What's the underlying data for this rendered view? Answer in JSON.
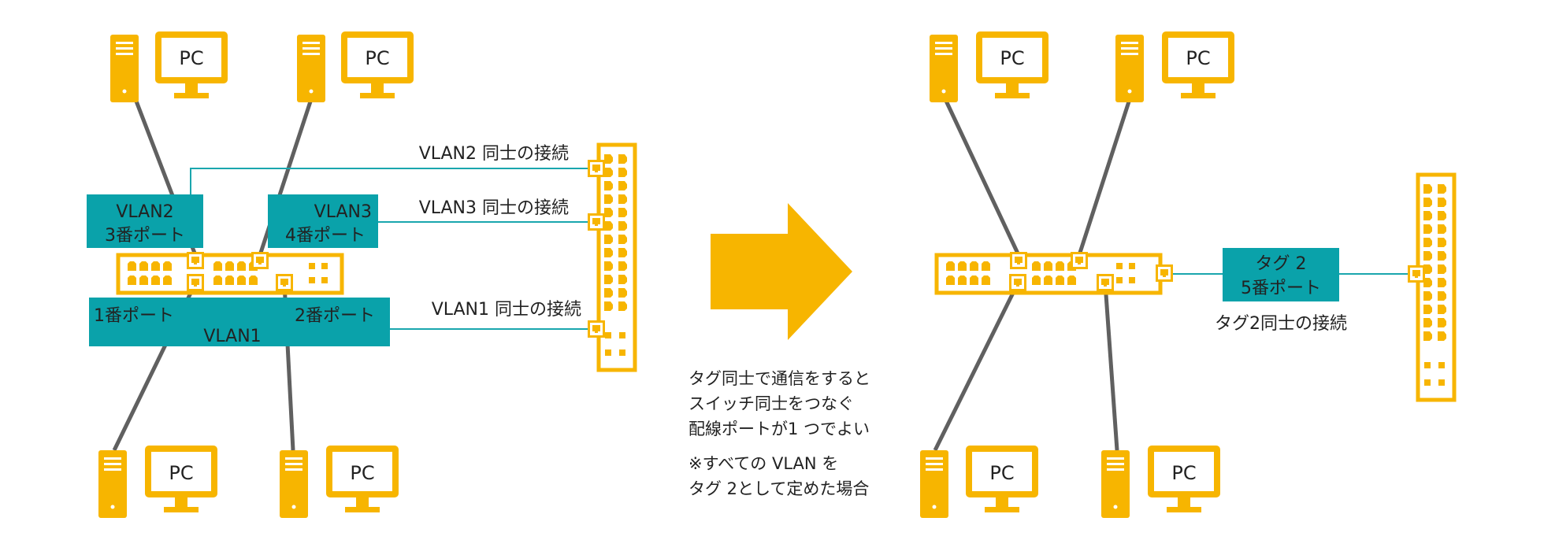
{
  "left": {
    "pc_label": "PC",
    "vlan2_box": {
      "line1": "VLAN2",
      "line2": "3番ポート"
    },
    "vlan3_box": {
      "line1": "VLAN3",
      "line2": "4番ポート"
    },
    "vlan1_box": {
      "port1": "1番ポート",
      "port2": "2番ポート",
      "vlan": "VLAN1"
    },
    "conn_vlan2": "VLAN2 同士の接続",
    "conn_vlan3": "VLAN3 同士の接続",
    "conn_vlan1": "VLAN1 同士の接続"
  },
  "middle": {
    "line1": "タグ同士で通信をすると",
    "line2": "スイッチ同士をつなぐ",
    "line3": "配線ポートが1 つでよい",
    "note1": "※すべての VLAN を",
    "note2": "タグ 2として定めた場合"
  },
  "right": {
    "pc_label": "PC",
    "tag_box": {
      "line1": "タグ 2",
      "line2": "5番ポート"
    },
    "conn_tag": "タグ2同士の接続"
  },
  "colors": {
    "device": "#f7b500",
    "teal": "#0aa2aa",
    "cable": "#606060",
    "teal_line": "#1aa6ae"
  }
}
